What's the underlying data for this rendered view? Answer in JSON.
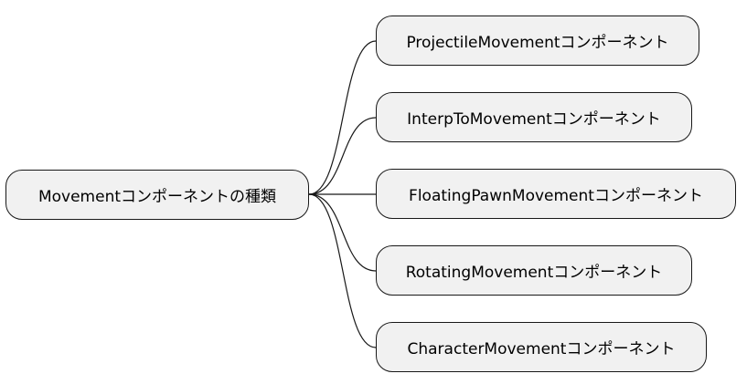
{
  "mindmap": {
    "root": {
      "label": "Movementコンポーネントの種類"
    },
    "children": [
      {
        "label": "ProjectileMovementコンポーネント"
      },
      {
        "label": "InterpToMovementコンポーネント"
      },
      {
        "label": "FloatingPawnMovementコンポーネント"
      },
      {
        "label": "RotatingMovementコンポーネント"
      },
      {
        "label": "CharacterMovementコンポーネント"
      }
    ]
  },
  "colors": {
    "node_fill": "#f1f1f1",
    "node_border": "#181818",
    "connector": "#181818",
    "text": "#000000"
  }
}
